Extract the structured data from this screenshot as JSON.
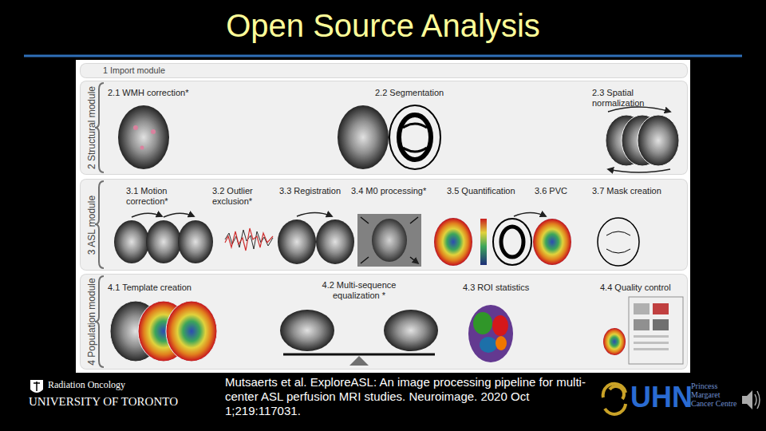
{
  "diagram": {
    "title": "Open Source Analysis",
    "caption": "Mutsaerts et al. ExploreASL: An image processing pipeline for multi-center ASL perfusion MRI studies. Neuroimage. 2020 Oct 1;219:117031.",
    "nodes": [
      {
        "text": [
          "1 Import module"
        ]
      },
      {
        "text": [
          "2 Structural module"
        ]
      },
      {
        "text": [
          "3 ASL module"
        ]
      },
      {
        "text": [
          "4 Population module"
        ]
      }
    ],
    "labels": [
      "2.1 WMH correction*",
      "2.2 Segmentation",
      "2.3 Spatial normalization",
      "3.1 Motion correction*",
      "3.2 Outlier exclusion*",
      "3.3 Registration",
      "3.4 M0 processing*",
      "3.5 Quantification",
      "3.6 PVC",
      "3.7 Mask creation",
      "4.1 Template creation",
      "4.2 Multi-sequence equalization *",
      "4.3 ROI statistics",
      "4.4 Quality control",
      "Radiation Oncology",
      "UNIVERSITY OF TORONTO",
      "UHN",
      "Princess Margaret Cancer Centre"
    ]
  }
}
